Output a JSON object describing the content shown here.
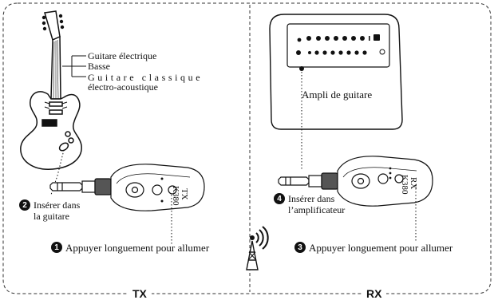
{
  "guitar_types": {
    "electric": "Guitare électrique",
    "bass": "Basse",
    "classic": "Guitare classique",
    "electro_acoustic": "électro-acoustique"
  },
  "amp_label": "Ampli de guitare",
  "tx_device": {
    "model": "K380",
    "mode": "TX"
  },
  "rx_device": {
    "model": "K380",
    "mode": "RX"
  },
  "steps": {
    "step1": {
      "number": "1",
      "text": "Appuyer longuement pour allumer"
    },
    "step2": {
      "number": "2",
      "line1": "Insérer dans",
      "line2": "la guitare"
    },
    "step3": {
      "number": "3",
      "text": "Appuyer longuement pour allumer"
    },
    "step4": {
      "number": "4",
      "line1": "Insérer dans",
      "line2": "l’amplificateur"
    }
  },
  "sections": {
    "left": "TX",
    "right": "RX"
  },
  "icons": [
    "guitar-icon",
    "amplifier-icon",
    "jack-plug-icon",
    "wireless-signal-icon",
    "transmitter-icon",
    "receiver-icon"
  ]
}
